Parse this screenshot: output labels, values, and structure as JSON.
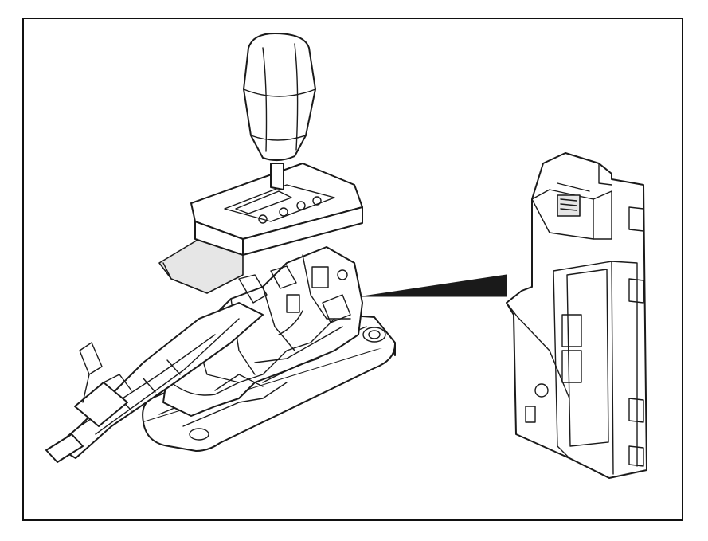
{
  "figure": {
    "components": [
      {
        "name": "floor-shift-control-assembly",
        "icon": "shift-lever-drawing"
      },
      {
        "name": "shift-lock-control-module",
        "icon": "control-module-drawing"
      }
    ],
    "callout": "leader-wedge",
    "colors": {
      "line": "#1a1a1a",
      "paper": "#ffffff",
      "frame": "#111111"
    }
  }
}
